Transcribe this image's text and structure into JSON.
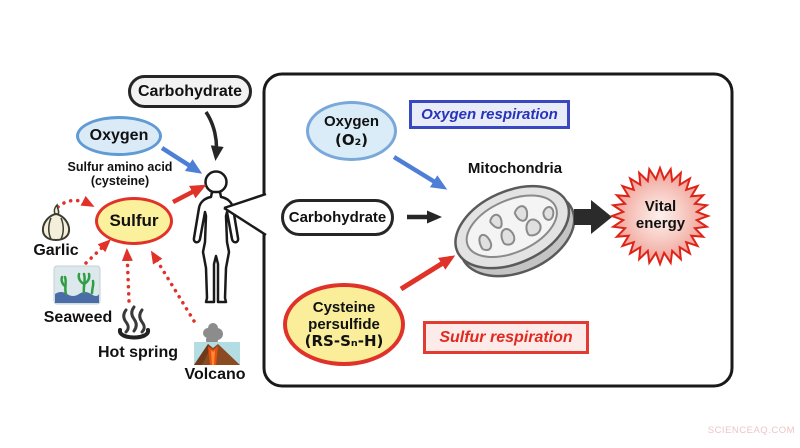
{
  "watermark": "SCIENCEAQ.COM",
  "palette": {
    "red_accent": "#e03228",
    "blue_arrow": "#4d7fd6",
    "oxygen_fill": "#daeaf6",
    "oxygen_border": "#5f9bd5",
    "sulfur_fill": "#fbf09c",
    "gray_pill_fill": "#f2f2f2",
    "oxygen_respiration_border": "#3948c0",
    "oxygen_respiration_fill": "#e8ecf8",
    "oxygen_respiration_text": "#2733bb",
    "sulfur_respiration_border": "#e03c31",
    "sulfur_respiration_fill": "#fcebe8",
    "sulfur_respiration_text": "#e02a20"
  },
  "left_panel": {
    "carbohydrate_label": "Carbohydrate",
    "oxygen_label": "Oxygen",
    "amino_line1": "Sulfur amino acid",
    "amino_line2": "(cysteine)",
    "sulfur_label": "Sulfur",
    "sources": [
      {
        "label": "Garlic",
        "icon": "garlic-icon"
      },
      {
        "label": "Seaweed",
        "icon": "seaweed-icon"
      },
      {
        "label": "Hot spring",
        "icon": "hot-spring-icon"
      },
      {
        "label": "Volcano",
        "icon": "volcano-icon"
      }
    ]
  },
  "cell_panel": {
    "oxygen_line1": "Oxygen",
    "oxygen_line2": "(O₂)",
    "oxygen_respiration_label": "Oxygen respiration",
    "carbohydrate_label": "Carbohydrate",
    "mitochondria_label": "Mitochondria",
    "cysteine_line1": "Cysteine",
    "cysteine_line2": "persulfide",
    "cysteine_line3": "(RS-Sₙ-H)",
    "sulfur_respiration_label": "Sulfur respiration",
    "vital_line1": "Vital",
    "vital_line2": "energy"
  }
}
